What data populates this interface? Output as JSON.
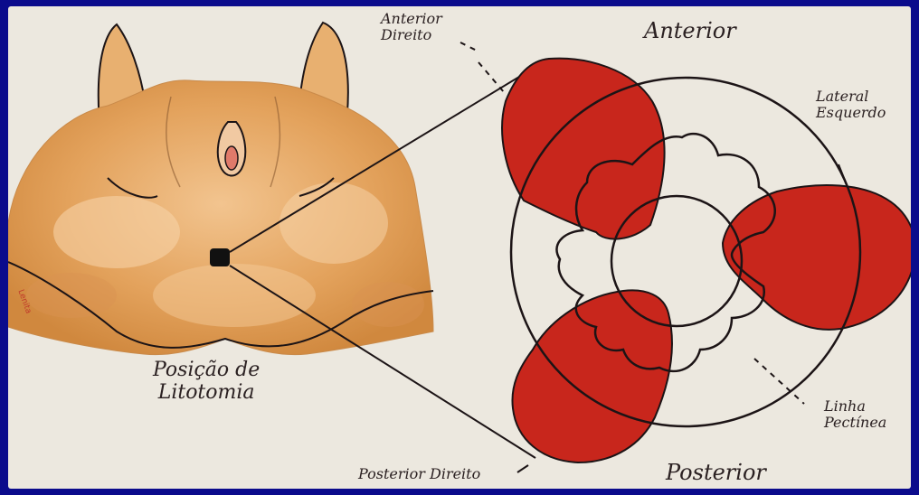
{
  "labels": {
    "anterior_direito": [
      "Anterior",
      "Direito"
    ],
    "anterior": "Anterior",
    "lateral_esquerdo": [
      "Lateral",
      "Esquerdo"
    ],
    "linha_pectinea": [
      "Linha",
      "Pectínea"
    ],
    "posterior": "Posterior",
    "posterior_direito": "Posterior Direito",
    "posicao_litotomia": [
      "Posição de",
      "Litotomia"
    ],
    "artist_signature": "Lenita"
  },
  "colors": {
    "background": "#0b0b8c",
    "card": "#ece8df",
    "hemorrhoid": "#c8261c",
    "skin": "#e3a25c",
    "outline": "#1c1416"
  }
}
